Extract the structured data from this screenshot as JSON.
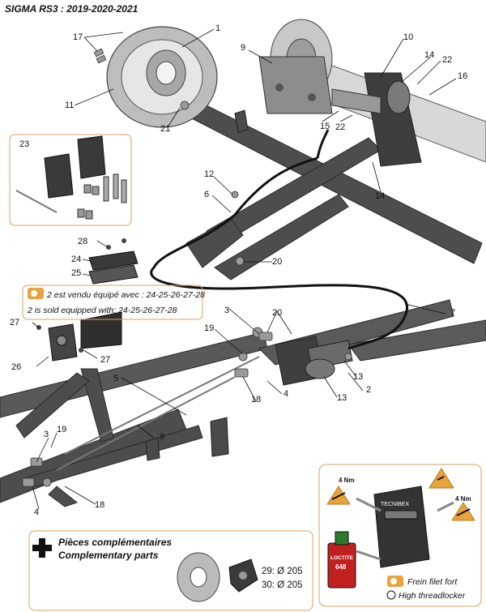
{
  "title": "SIGMA RS3 : 2019-2020-2021",
  "callouts": {
    "c1": "1",
    "c2": "2",
    "c3a": "3",
    "c3b": "3",
    "c4a": "4",
    "c4b": "4",
    "c5": "5",
    "c6": "6",
    "c7": "7",
    "c8": "8",
    "c9": "9",
    "c10": "10",
    "c11": "11",
    "c12": "12",
    "c13a": "13",
    "c13b": "13",
    "c14a": "14",
    "c14b": "14",
    "c15": "15",
    "c16": "16",
    "c17": "17",
    "c18a": "18",
    "c18b": "18",
    "c19a": "19",
    "c19b": "19",
    "c20a": "20",
    "c20b": "20",
    "c21": "21",
    "c22a": "22",
    "c22b": "22",
    "c23": "23",
    "c24": "24",
    "c25": "25",
    "c26": "26",
    "c27a": "27",
    "c27b": "27",
    "c28": "28"
  },
  "equipped_note": {
    "fr": "2 est vendu équipé avec : 24-25-26-27-28",
    "en": "2 is sold equipped with: 24-25-26-27-28"
  },
  "complementary": {
    "fr": "Pièces complémentaires",
    "en": "Complementary parts",
    "item29": "29: Ø 205",
    "item30": "30: Ø 205"
  },
  "threadlocker": {
    "fr": "Frein filet fort",
    "en": "High threadlocker",
    "brand": "LOCTITE",
    "grade": "648"
  },
  "torque": {
    "left": "4 Nm",
    "right": "4 Nm"
  },
  "caliper_brand": "TECNIBEX",
  "colors": {
    "accent": "#e8a33c",
    "frame": "#4a4a4a",
    "line": "#111111",
    "box_border": "#d9a066"
  }
}
